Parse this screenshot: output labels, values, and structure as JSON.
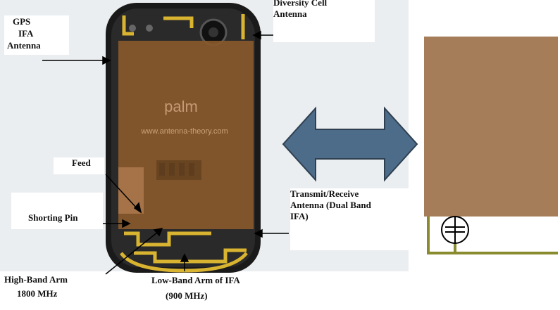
{
  "diagram": {
    "labels": {
      "gps": [
        "GPS",
        "IFA",
        "Antenna"
      ],
      "diversity": [
        "Diversity Cell",
        "Antenna"
      ],
      "feed": "Feed",
      "shorting_pin": "Shorting Pin",
      "transmit": [
        "Transmit/Receive",
        "Antenna (Dual Band",
        "IFA)"
      ],
      "high_band": [
        "High-Band Arm",
        "1800 MHz"
      ],
      "low_band": [
        "Low-Band Arm of IFA",
        "(900 MHz)"
      ]
    },
    "phone_brand": "palm",
    "watermark": "www.antenna-theory.com",
    "colors": {
      "phone_body": "#1c1c1c",
      "overlay": "#8b5a2b",
      "copper_pad": "#a57d58",
      "antenna_trace": "#d9b430",
      "arrow_fill": "#4d6c8a",
      "ground_line": "#8a8a2e"
    }
  }
}
